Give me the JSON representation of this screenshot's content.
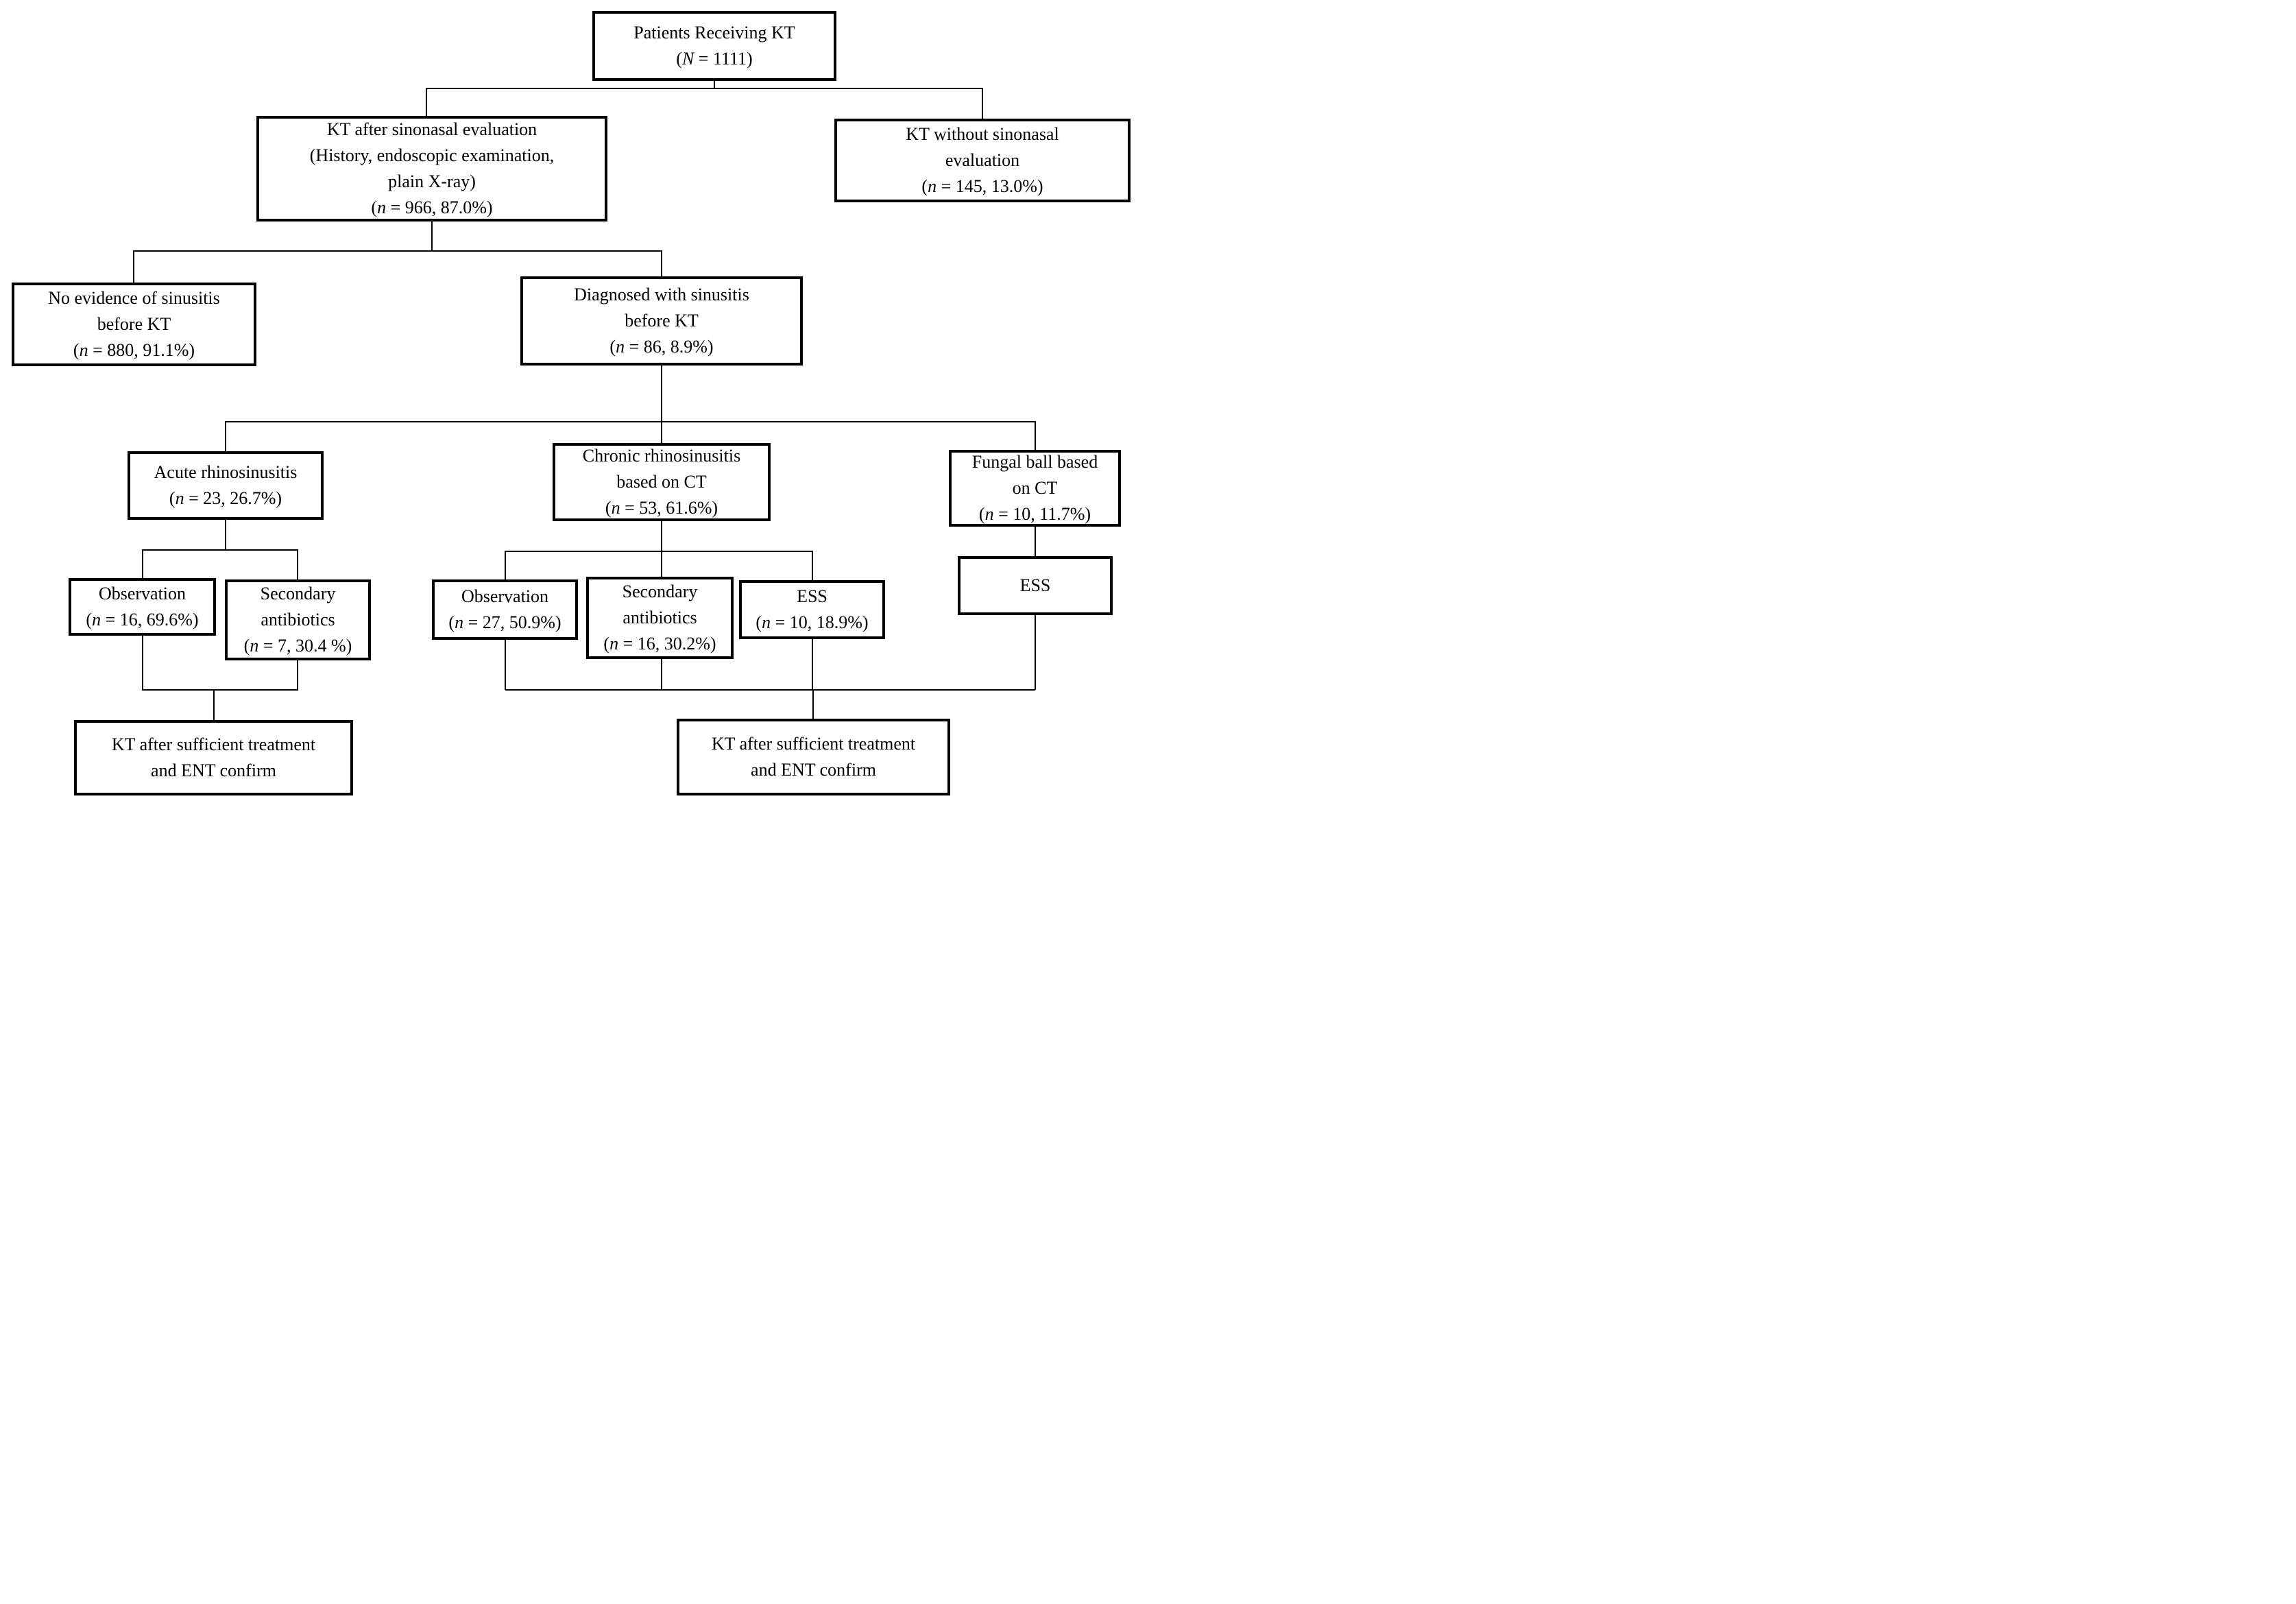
{
  "figure": {
    "background_color": "#ffffff",
    "line_color": "#000000",
    "type": "patient-flow-diagram"
  },
  "nodes": {
    "patients": {
      "lines": [
        "Patients Receiving KT"
      ],
      "stat": {
        "pre": "(",
        "var": "N",
        "rest": " = 1111)"
      }
    },
    "kt_after": {
      "lines": [
        "KT after sinonasal evaluation",
        "(History, endoscopic examination,",
        "plain X-ray)"
      ],
      "stat": {
        "pre": "(",
        "var": "n",
        "rest": " = 966, 87.0%)"
      }
    },
    "kt_without": {
      "lines": [
        "KT without sinonasal",
        "evaluation"
      ],
      "stat": {
        "pre": "(",
        "var": "n",
        "rest": " = 145, 13.0%)"
      }
    },
    "no_evidence": {
      "lines": [
        "No evidence of sinusitis",
        "before KT"
      ],
      "stat": {
        "pre": "(",
        "var": "n",
        "rest": " = 880, 91.1%)"
      }
    },
    "diagnosed": {
      "lines": [
        "Diagnosed with sinusitis",
        "before KT"
      ],
      "stat": {
        "pre": "(",
        "var": "n",
        "rest": " = 86, 8.9%)"
      }
    },
    "acute": {
      "lines": [
        "Acute rhinosinusitis"
      ],
      "stat": {
        "pre": "(",
        "var": "n",
        "rest": " = 23, 26.7%)"
      }
    },
    "chronic": {
      "lines": [
        "Chronic rhinosinusitis",
        "based on CT"
      ],
      "stat": {
        "pre": "(",
        "var": "n",
        "rest": " = 53, 61.6%)"
      }
    },
    "fungal": {
      "lines": [
        "Fungal ball based",
        "on CT"
      ],
      "stat": {
        "pre": "(",
        "var": "n",
        "rest": " = 10, 11.7%)"
      }
    },
    "obs_acute": {
      "lines": [
        "Observation"
      ],
      "stat": {
        "pre": "(",
        "var": "n",
        "rest": " = 16, 69.6%)"
      }
    },
    "sec_acute": {
      "lines": [
        "Secondary",
        "antibiotics"
      ],
      "stat": {
        "pre": "(",
        "var": "n",
        "rest": " = 7, 30.4 %)"
      }
    },
    "obs_chronic": {
      "lines": [
        "Observation"
      ],
      "stat": {
        "pre": "(",
        "var": "n",
        "rest": " = 27, 50.9%)"
      }
    },
    "sec_chronic": {
      "lines": [
        "Secondary",
        "antibiotics"
      ],
      "stat": {
        "pre": "(",
        "var": "n",
        "rest": " = 16, 30.2%)"
      }
    },
    "ess_chronic": {
      "lines": [
        "ESS"
      ],
      "stat": {
        "pre": "(",
        "var": "n",
        "rest": " = 10, 18.9%)"
      }
    },
    "ess_fungal": {
      "lines": [
        "ESS"
      ]
    },
    "kt_confirm_left": {
      "lines": [
        "KT after sufficient treatment",
        "and ENT confirm"
      ]
    },
    "kt_confirm_right": {
      "lines": [
        "KT after sufficient treatment",
        "and ENT confirm"
      ]
    }
  }
}
